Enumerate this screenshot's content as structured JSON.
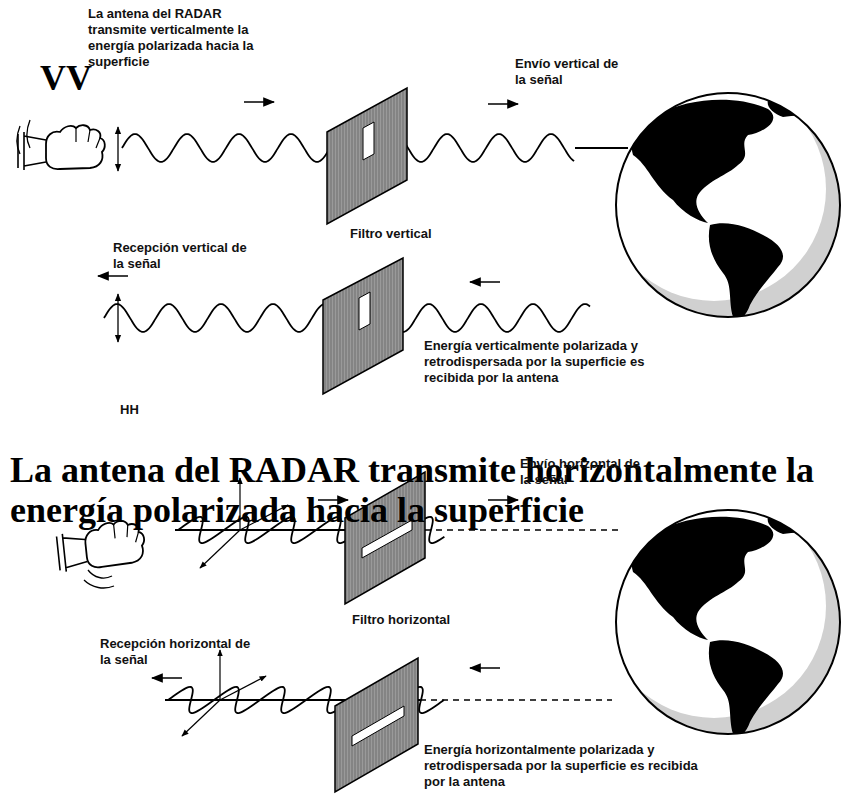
{
  "diagram": {
    "labels": [
      "VV",
      "La antena del RADAR transmite verticalmente la energía polarizada hacia la superficie",
      "Envío vertical de la señal",
      "Filtro vertical",
      "Recepción vertical de la señal",
      "Energía verticalmente polarizada y retrodispersada por la superficie es recibida por la antena",
      "HH",
      "La antena del RADAR transmite horizontalmente la energía polarizada hacia la superficie",
      "Envío horizontal de la señal",
      "Filtro horizontal",
      "Recepción horizontal de la señal",
      "Energía horizontalmente polarizada y retrodispersada por la superficie es recibida por la antena"
    ]
  }
}
